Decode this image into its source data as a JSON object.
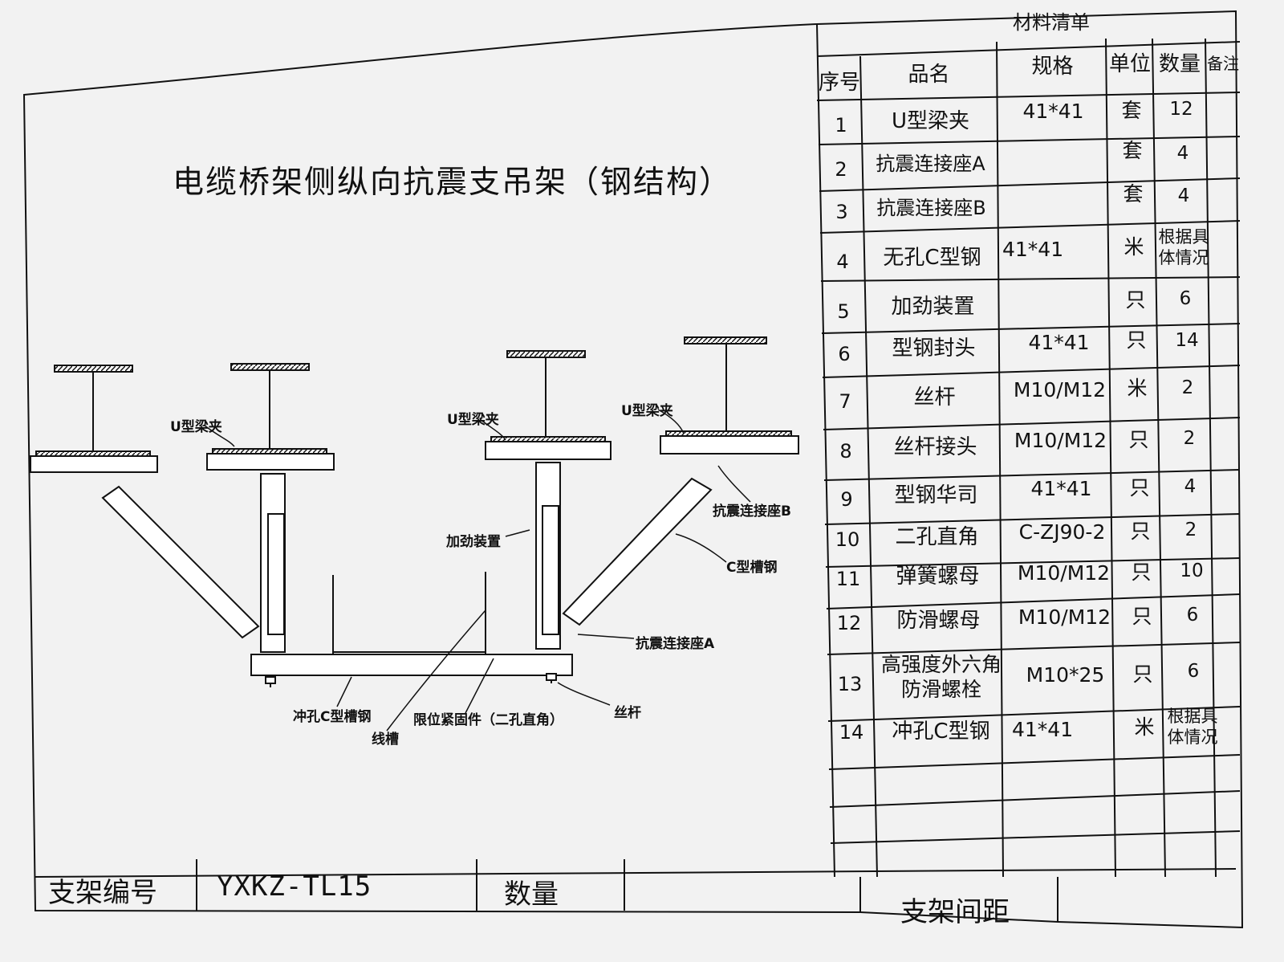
{
  "drawing_title": "电缆桥架侧纵向抗震支吊架（钢结构）",
  "material_list": {
    "title": "材料清单",
    "headers": [
      "序号",
      "品名",
      "规格",
      "单位",
      "数量",
      "备注"
    ],
    "rows": [
      {
        "no": "1",
        "name": "U型梁夹",
        "spec": "41*41",
        "unit": "套",
        "qty": "12"
      },
      {
        "no": "2",
        "name": "抗震连接座A",
        "spec": "",
        "unit": "套",
        "qty": "4"
      },
      {
        "no": "3",
        "name": "抗震连接座B",
        "spec": "",
        "unit": "套",
        "qty": "4"
      },
      {
        "no": "4",
        "name": "无孔C型钢",
        "spec": "41*41",
        "unit": "米",
        "qty": "根据具体情况"
      },
      {
        "no": "5",
        "name": "加劲装置",
        "spec": "",
        "unit": "只",
        "qty": "6"
      },
      {
        "no": "6",
        "name": "型钢封头",
        "spec": "41*41",
        "unit": "只",
        "qty": "14"
      },
      {
        "no": "7",
        "name": "丝杆",
        "spec": "M10/M12",
        "unit": "米",
        "qty": "2"
      },
      {
        "no": "8",
        "name": "丝杆接头",
        "spec": "M10/M12",
        "unit": "只",
        "qty": "2"
      },
      {
        "no": "9",
        "name": "型钢华司",
        "spec": "41*41",
        "unit": "只",
        "qty": "4"
      },
      {
        "no": "10",
        "name": "二孔直角",
        "spec": "C-ZJ90-2",
        "unit": "只",
        "qty": "2"
      },
      {
        "no": "11",
        "name": "弹簧螺母",
        "spec": "M10/M12",
        "unit": "只",
        "qty": "10"
      },
      {
        "no": "12",
        "name": "防滑螺母",
        "spec": "M10/M12",
        "unit": "只",
        "qty": "6"
      },
      {
        "no": "13",
        "name": "高强度外六角防滑螺栓",
        "spec": "M10*25",
        "unit": "只",
        "qty": "6"
      },
      {
        "no": "14",
        "name": "冲孔C型钢",
        "spec": "41*41",
        "unit": "米",
        "qty": "根据具体情况"
      }
    ]
  },
  "labels": {
    "u_clamp_1": "U型梁夹",
    "u_clamp_2": "U型梁夹",
    "u_clamp_3": "U型梁夹",
    "seismic_b": "抗震连接座B",
    "stiffener": "加劲装置",
    "c_channel": "C型槽钢",
    "seismic_a": "抗震连接座A",
    "punched_channel": "冲孔C型槽钢",
    "wire_trough": "线槽",
    "limit_fastener": "限位紧固件（二孔直角）",
    "threaded_rod": "丝杆"
  },
  "footer": {
    "code_label": "支架编号",
    "code_value": "YXKZ-TL15",
    "qty_label": "数量",
    "qty_value": "",
    "spacing_label": "支架间距",
    "spacing_value": ""
  }
}
